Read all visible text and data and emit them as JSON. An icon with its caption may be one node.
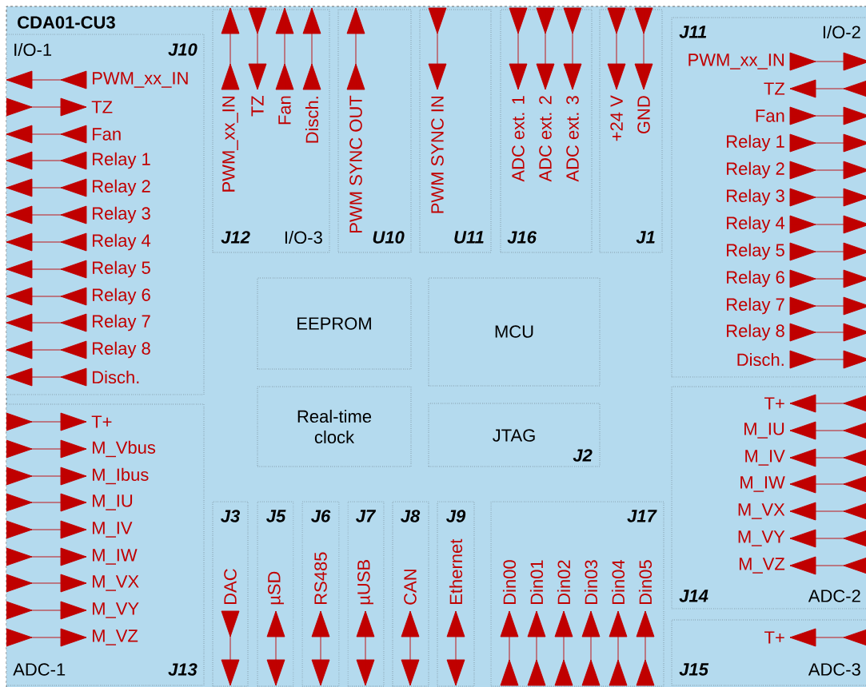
{
  "diagram": {
    "nodes": [
      {
        "text": [
          "CDA01-CU3"
        ]
      },
      {
        "text": [
          "I/O-1",
          "J10",
          "PWM_xx_IN",
          "TZ",
          "Fan",
          "Relay 1",
          "Relay 2",
          "Relay 3",
          "Relay 4",
          "Relay 5",
          "Relay 6",
          "Relay 7",
          "Relay 8",
          "Disch."
        ],
        "in": 0
      },
      {
        "text": [
          "J12",
          "I/O-3",
          "PWM_xx_IN",
          "TZ",
          "Fan",
          "Disch."
        ],
        "in": 0
      },
      {
        "text": [
          "U10",
          "PWM SYNC OUT"
        ],
        "in": 0
      },
      {
        "text": [
          "U11",
          "PWM SYNC IN"
        ],
        "in": 0
      },
      {
        "text": [
          "J16",
          "ADC ext. 1",
          "ADC ext. 2",
          "ADC ext. 3"
        ],
        "in": 0
      },
      {
        "text": [
          "J1",
          "+24 V",
          "GND"
        ],
        "in": 0
      },
      {
        "text": [
          "J11",
          "I/O-2",
          "PWM_xx_IN",
          "TZ",
          "Fan",
          "Relay 1",
          "Relay 2",
          "Relay 3",
          "Relay 4",
          "Relay 5",
          "Relay 6",
          "Relay 7",
          "Relay 8",
          "Disch."
        ],
        "in": 0
      },
      {
        "text": [
          "EEPROM"
        ],
        "in": 0
      },
      {
        "text": [
          "MCU"
        ],
        "in": 0
      },
      {
        "text": [
          "Real-time clock"
        ],
        "in": 0
      },
      {
        "text": [
          "JTAG",
          "J2"
        ],
        "in": 0
      },
      {
        "text": [
          "ADC-1",
          "J13",
          "T+",
          "M_Vbus",
          "M_Ibus",
          "M_IU",
          "M_IV",
          "M_IW",
          "M_VX",
          "M_VY",
          "M_VZ"
        ],
        "in": 0
      },
      {
        "text": [
          "J3",
          "DAC"
        ],
        "in": 0
      },
      {
        "text": [
          "J5",
          "µSD"
        ],
        "in": 0
      },
      {
        "text": [
          "J6",
          "RS485"
        ],
        "in": 0
      },
      {
        "text": [
          "J7",
          "µUSB"
        ],
        "in": 0
      },
      {
        "text": [
          "J8",
          "CAN"
        ],
        "in": 0
      },
      {
        "text": [
          "J9",
          "Ethernet"
        ],
        "in": 0
      },
      {
        "text": [
          "J17",
          "Din00",
          "Din01",
          "Din02",
          "Din03",
          "Din04",
          "Din05"
        ],
        "in": 0
      },
      {
        "text": [
          "J14",
          "ADC-2",
          "T+",
          "M_IU",
          "M_IV",
          "M_IW",
          "M_VX",
          "M_VY",
          "M_VZ"
        ],
        "in": 0
      },
      {
        "text": [
          "J15",
          "ADC-3",
          "T+"
        ],
        "in": 0
      }
    ]
  }
}
